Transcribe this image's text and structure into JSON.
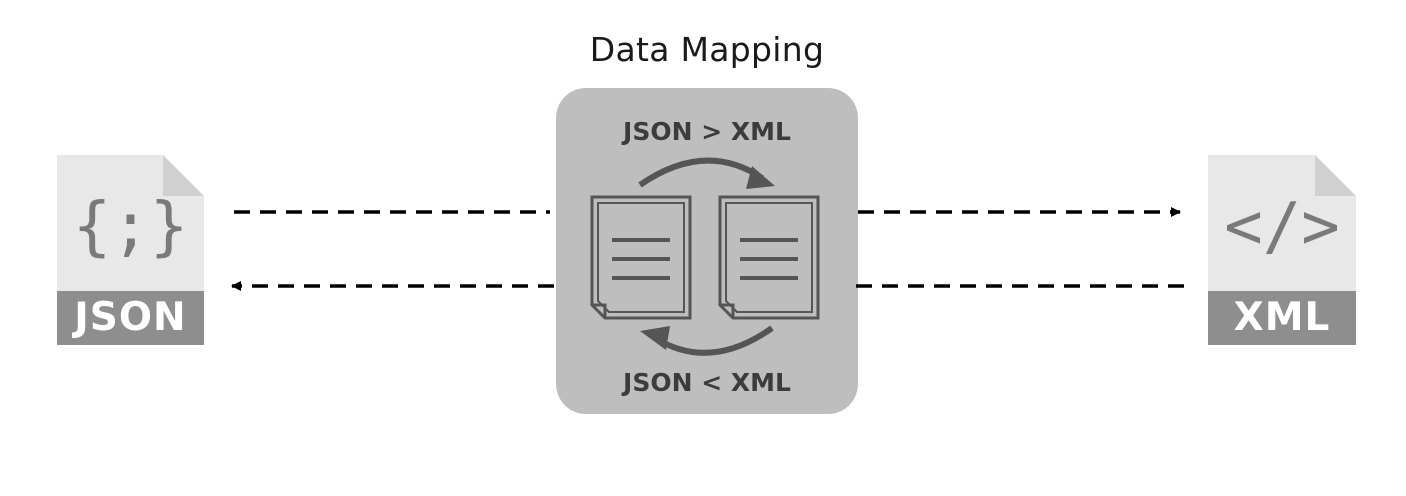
{
  "diagram": {
    "title": "Data Mapping",
    "mapping": {
      "forward_label": "JSON > XML",
      "reverse_label": "JSON < XML"
    },
    "source_file": {
      "label": "JSON",
      "glyph": "{;}",
      "icon": "json-file-icon"
    },
    "target_file": {
      "label": "XML",
      "glyph": "</>",
      "icon": "xml-file-icon"
    },
    "colors": {
      "box": "#bebebe",
      "file_body": "#e8e8e8",
      "file_band": "#8e8e8e",
      "arrow": "#000000"
    }
  }
}
